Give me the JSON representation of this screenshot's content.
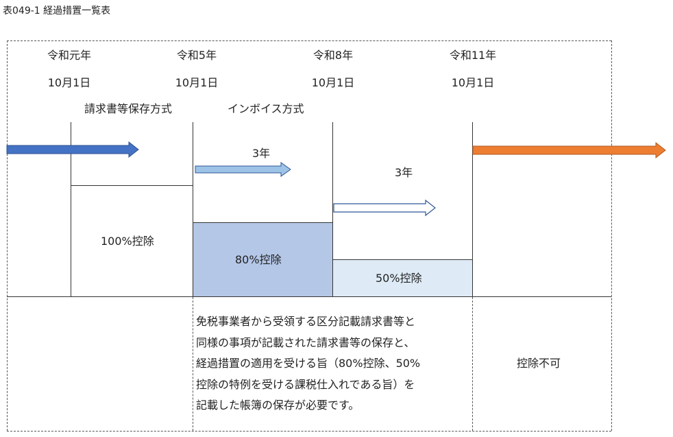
{
  "title": "表049-1 経過措置一覧表",
  "timeline": [
    {
      "era": "令和元年",
      "date": "10月1日"
    },
    {
      "era": "令和5年",
      "date": "10月1日"
    },
    {
      "era": "令和8年",
      "date": "10月1日"
    },
    {
      "era": "令和11年",
      "date": "10月1日"
    }
  ],
  "systems": {
    "old": "請求書等保存方式",
    "new": "インボイス方式"
  },
  "periods": {
    "first": "3年",
    "second": "3年"
  },
  "deductions": {
    "full": "100%控除",
    "eighty": "80%控除",
    "fifty": "50%控除",
    "none": "控除不可"
  },
  "note_lines": [
    "免税事業者から受領する区分記載請求書等と",
    "同様の事項が記載された請求書等の保存と、",
    "経過措置の適用を受ける旨（80%控除、50%",
    "控除の特例を受ける課税仕入れである旨）を",
    "記載した帳簿の保存が必要です。"
  ],
  "colors": {
    "arrow_blue": "#4472c4",
    "arrow_light_blue": "#9dc3e6",
    "arrow_orange": "#ed7d31",
    "fill_80": "#b4c7e7",
    "fill_50": "#deebf7"
  }
}
